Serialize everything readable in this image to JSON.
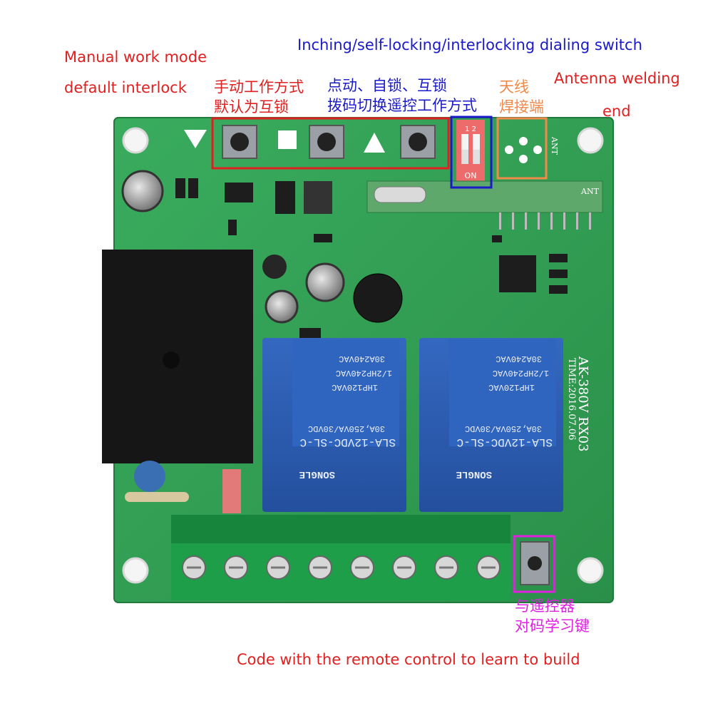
{
  "labels": {
    "manual_en_1": "Manual work mode",
    "manual_en_2": "default interlock",
    "manual_zh_1": "手动工作方式",
    "manual_zh_2": "默认为互锁",
    "dial_en": "Inching/self-locking/interlocking dialing switch",
    "dial_zh_1": "点动、自锁、互锁",
    "dial_zh_2": "拨码切换遥控工作方式",
    "ant_zh_1": "天线",
    "ant_zh_2": "焊接端",
    "ant_en_1": "Antenna welding",
    "ant_en_2": "end",
    "learn_zh_1": "与遥控器",
    "learn_zh_2": "对码学习键",
    "learn_en": "Code with the remote control to learn to build"
  },
  "board": {
    "model": "AK-380V RX03",
    "date": "TIME:2016.07.06",
    "ant_silk": "ANT",
    "dip_top": "1 2",
    "dip_bottom": "ON",
    "relay": {
      "l1": "30A240VAC",
      "l2": "1/2HP240VAC",
      "l3": "1HP120VAC",
      "l4": "30A,250VA/30VDC",
      "model": "SLA-12VDC-SL-C",
      "brand": "SONGLE"
    }
  },
  "colors": {
    "red": "#e02020",
    "blue": "#1a1ac8",
    "orange": "#f08a4b",
    "magenta": "#e020e0",
    "pcb_green": "#2e9e52",
    "relay_blue": "#2d5fb5"
  }
}
